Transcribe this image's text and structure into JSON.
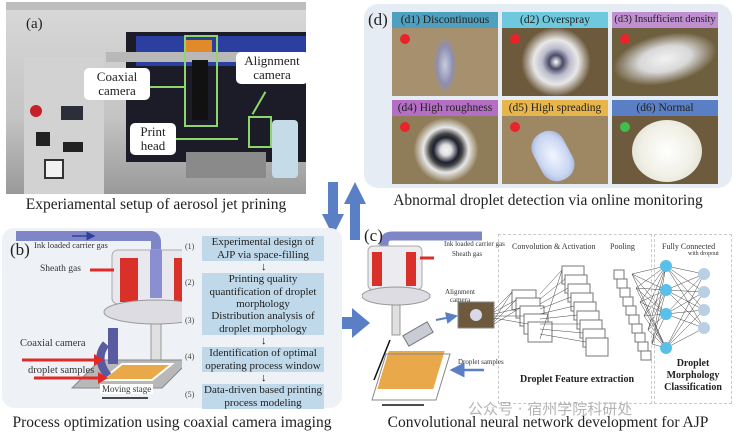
{
  "panels": {
    "a": {
      "letter": "(a)",
      "caption": "Experiamental setup of aerosol jet prining",
      "labels": {
        "coaxial_camera": "Coaxial camera",
        "alignment_camera": "Alignment camera",
        "print_head": "Print head"
      }
    },
    "b": {
      "letter": "(b)",
      "caption": "Process optimization using coaxial camera imaging",
      "labels": {
        "ink_gas": "Ink loaded carrier gas",
        "sheath_gas": "Sheath gas",
        "coaxial_camera": "Coaxial camera",
        "droplet_samples": "droplet samples",
        "moving_stage": "Moving stage"
      },
      "steps": [
        {
          "num": "(1)",
          "text": "Experimental design of AJP via space-filling"
        },
        {
          "num": "(2)",
          "text": "Printing quality quantification of droplet morphology"
        },
        {
          "num": "(3)",
          "text": "Distribution analysis of droplet morphology"
        },
        {
          "num": "(4)",
          "text": "Identification of optimal operating process window"
        },
        {
          "num": "(5)",
          "text": "Data-driven based printing process modeling"
        }
      ],
      "arrow_glyph": "↓"
    },
    "c": {
      "letter": "(c)",
      "caption": "Convolutional neural network development for AJP",
      "labels": {
        "ink_gas": "Ink loaded carrier gas",
        "sheath_gas": "Sheath gas",
        "alignment_camera": "Alignment camera",
        "droplet_samples": "Droplet samples",
        "conv_activation": "Convolution & Activation",
        "pooling": "Pooling",
        "fully_connected": "Fully Connected",
        "with_dropout": "with dropout",
        "feature_extraction": "Droplet Feature extraction",
        "classification": "Droplet Morphology Classification"
      }
    },
    "d": {
      "letter": "(d)",
      "caption": "Abnormal droplet detection via online monitoring",
      "cells": [
        {
          "label": "(d1) Discontinuous",
          "header_color": "#4f9fbf",
          "status": "abnormal",
          "status_color": "#e8232a"
        },
        {
          "label": "(d2) Overspray",
          "header_color": "#6ec9de",
          "status": "abnormal",
          "status_color": "#e8232a"
        },
        {
          "label": "(d3) Insufficient density",
          "header_color": "#c08fd0",
          "status": "abnormal",
          "status_color": "#e8232a"
        },
        {
          "label": "(d4) High roughness",
          "header_color": "#b46fc4",
          "status": "abnormal",
          "status_color": "#e8232a"
        },
        {
          "label": "(d5) High spreading",
          "header_color": "#e6b54c",
          "status": "abnormal",
          "status_color": "#e8232a"
        },
        {
          "label": "(d6) Normal",
          "header_color": "#5b7fc4",
          "status": "normal",
          "status_color": "#3fbf4f"
        }
      ]
    }
  },
  "watermark": "公众号 · 宿州学院科研处",
  "colors": {
    "flow_arrow": "#5b7fc4",
    "red_arrow": "#e02a2a",
    "green_marker": "#8fd66a",
    "nozzle_red": "#d9302a",
    "substrate": "#e9a94a",
    "neuron": "#5bc0e8",
    "neuron_out": "#b9cfe3"
  }
}
